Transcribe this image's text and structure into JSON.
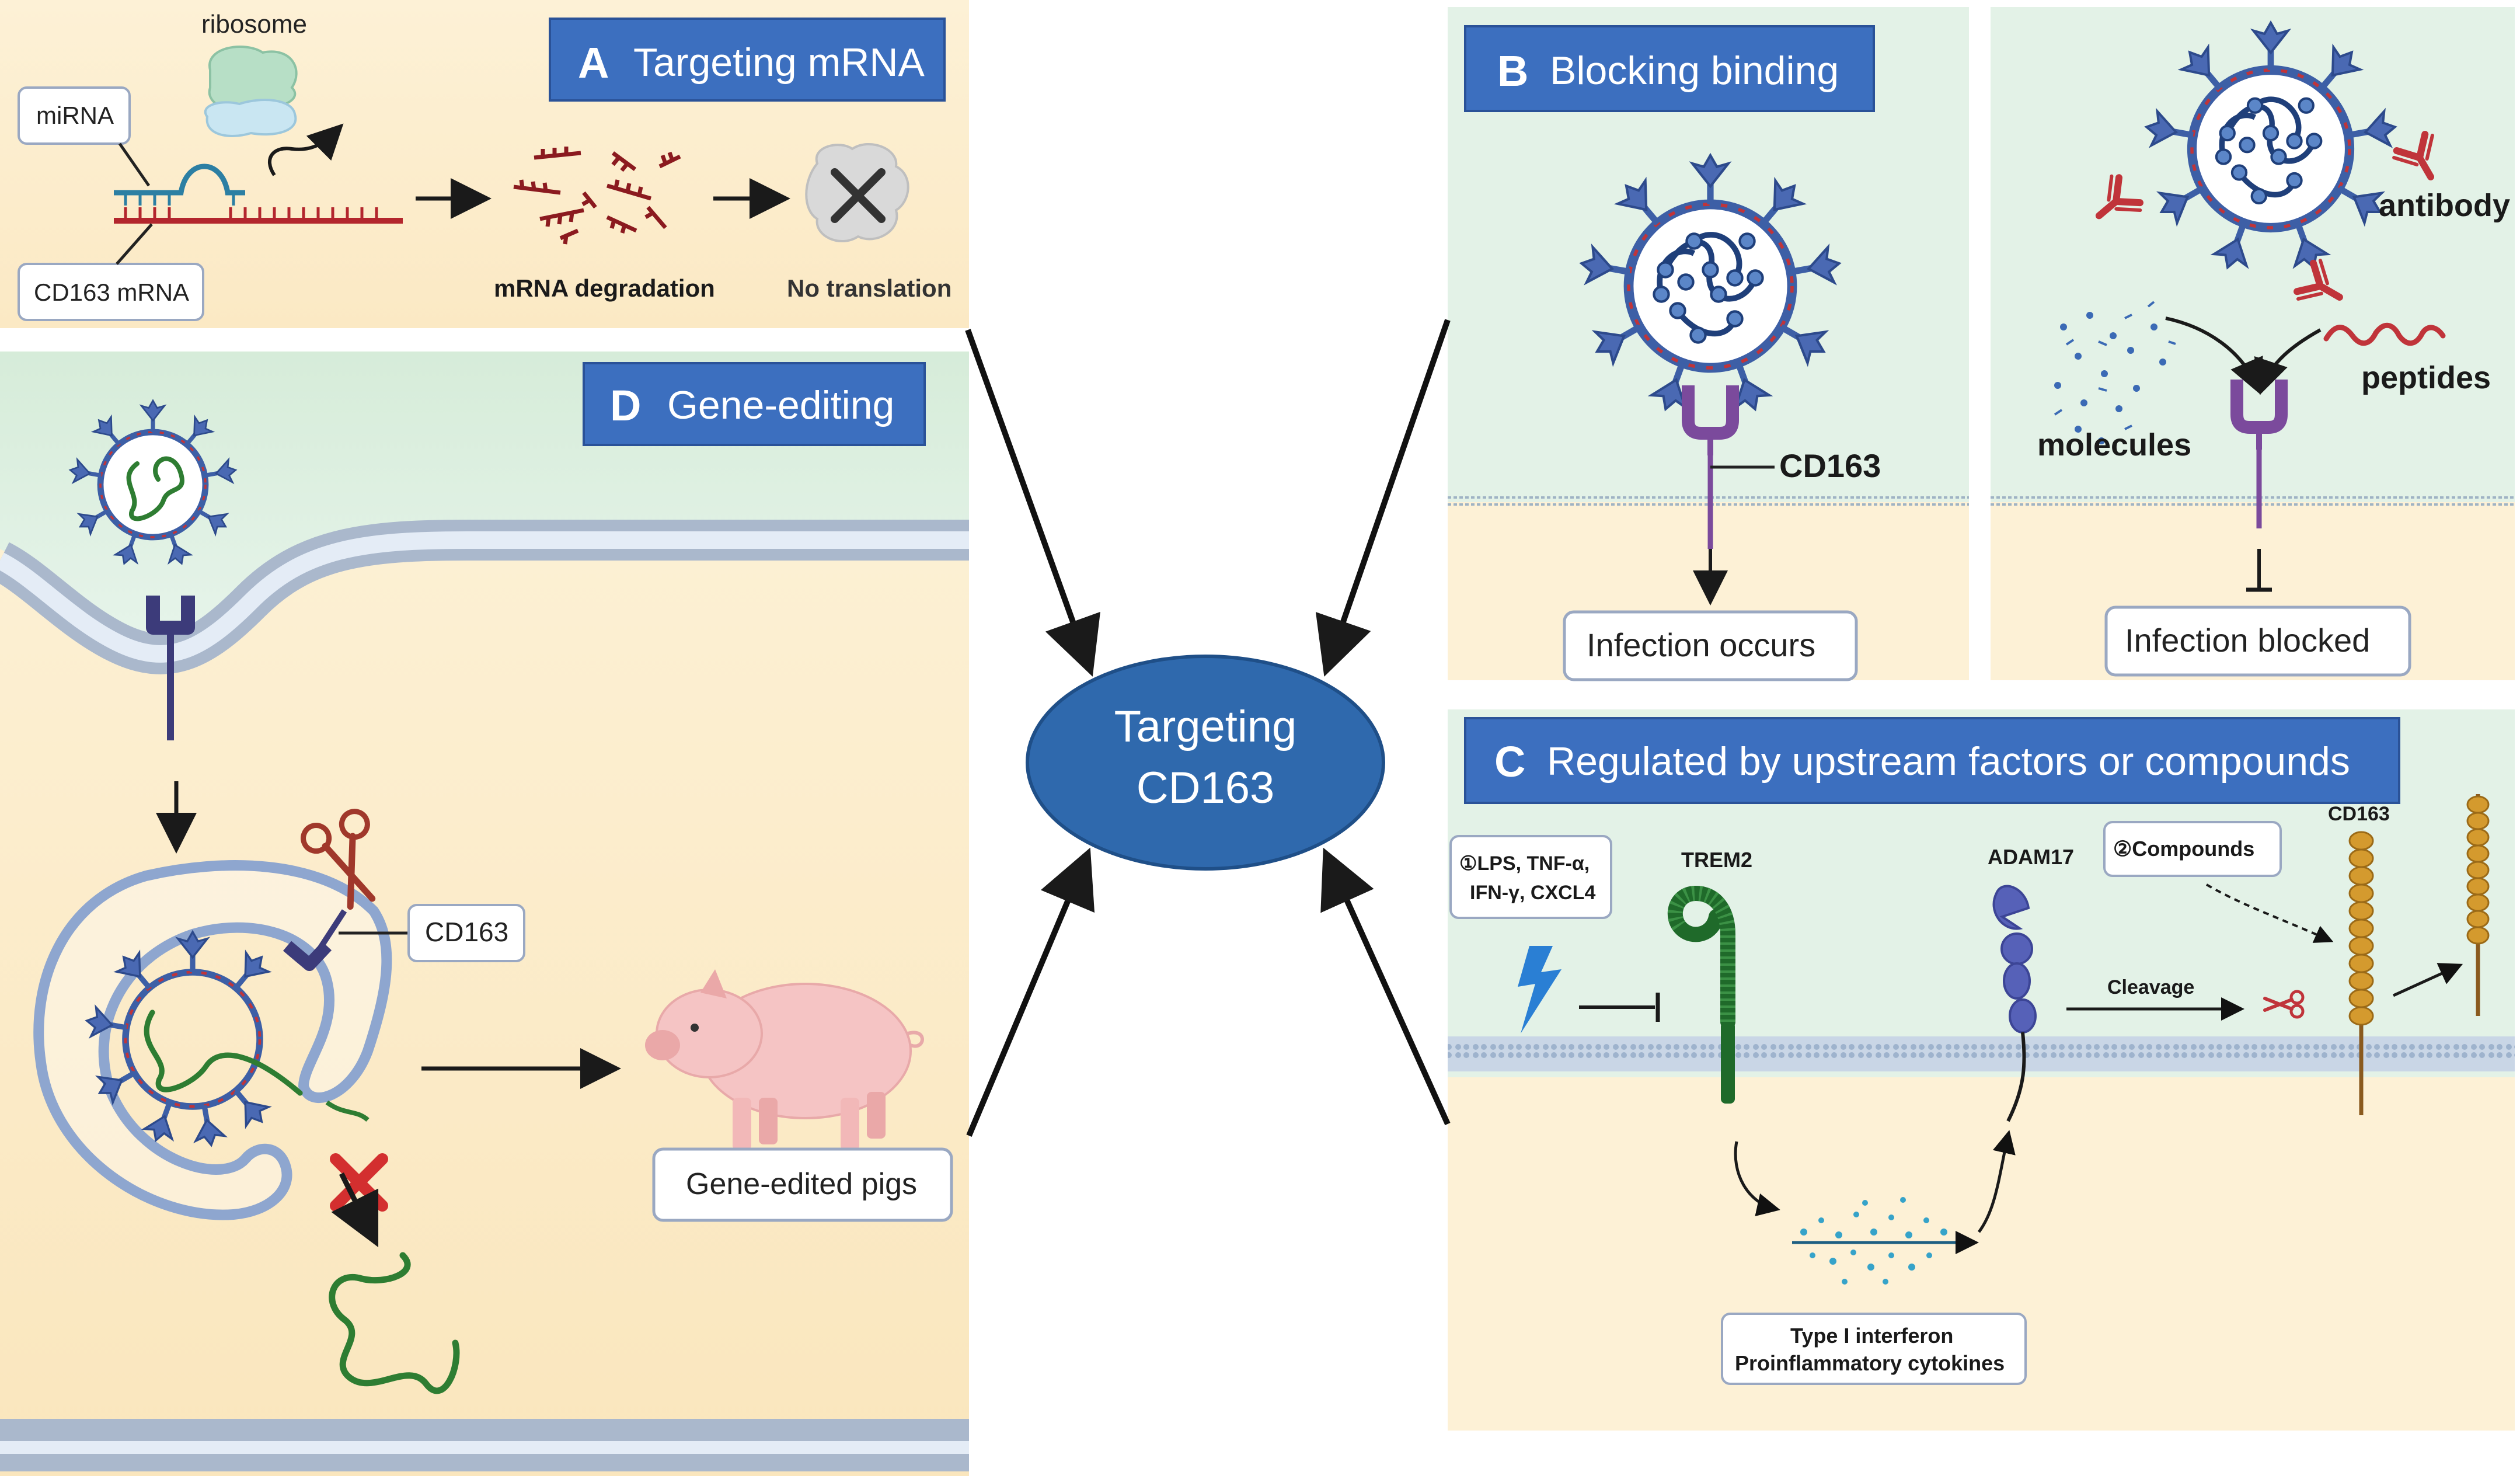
{
  "center": {
    "line1": "Targeting",
    "line2": "CD163"
  },
  "panel_a": {
    "letter": "A",
    "title": "Targeting mRNA",
    "label_ribosome": "ribosome",
    "label_mirna": "miRNA",
    "label_mrna": "CD163 mRNA",
    "label_degradation": "mRNA degradation",
    "label_no_translation": "No translation"
  },
  "panel_b": {
    "letter": "B",
    "title": "Blocking binding",
    "label_cd163": "CD163",
    "label_infection_occurs": "Infection occurs",
    "label_antibody": "antibody",
    "label_peptides": "peptides",
    "label_molecules": "molecules",
    "label_infection_blocked": "Infection blocked"
  },
  "panel_c": {
    "letter": "C",
    "title": "Regulated by upstream factors or compounds",
    "factors_line1": "①LPS, TNF-α,",
    "factors_line2": "IFN-γ, CXCL4",
    "label_trem2": "TREM2",
    "label_adam17": "ADAM17",
    "label_compounds": "②Compounds",
    "label_cd163": "CD163",
    "label_cleavage": "Cleavage",
    "cytokines_line1": "Type I interferon",
    "cytokines_line2": "Proinflammatory cytokines"
  },
  "panel_d": {
    "letter": "D",
    "title": "Gene-editing",
    "label_cd163": "CD163",
    "label_pigs": "Gene-edited pigs"
  },
  "colors": {
    "title_box": "#3c6fbf",
    "title_text": "#ffffff",
    "center_ellipse": "#2f69ad",
    "cytoplasm": "#fdf0d2",
    "extracellular": "#dcefdf",
    "virus_blue": "#3d5fa6",
    "virus_red": "#c0343a",
    "rna_green": "#2e7d32",
    "receptor": "#7b4a9c",
    "membrane": "#b5c2d6",
    "mrna_red": "#b3262d",
    "mirna_teal": "#2c7fa3"
  }
}
